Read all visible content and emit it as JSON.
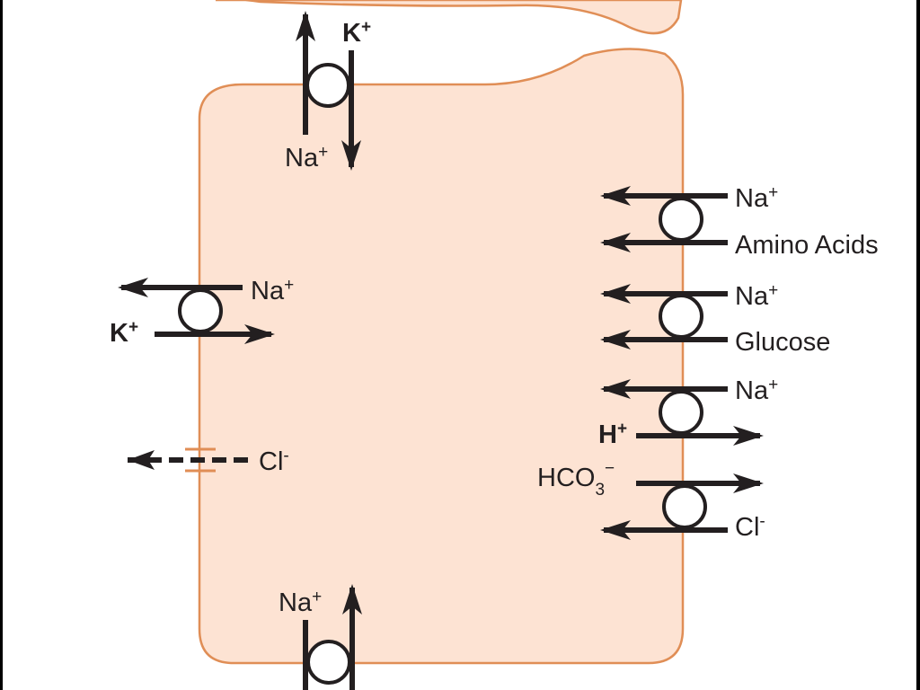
{
  "colors": {
    "cell_fill": "#fde3d3",
    "cell_stroke": "#e08e56",
    "ink": "#231f20",
    "background": "#ffffff",
    "frame": "#000000"
  },
  "labels": {
    "top_pump": {
      "ion_out": "K",
      "ion_out_charge": "+",
      "ion_in": "Na",
      "ion_in_charge": "+"
    },
    "left_pump": {
      "ion_a": "Na",
      "ion_a_charge": "+",
      "ion_b": "K",
      "ion_b_charge": "+"
    },
    "chloride_channel": {
      "ion": "Cl",
      "ion_charge": "-"
    },
    "bottom_pump": {
      "ion": "Na",
      "ion_charge": "+"
    },
    "aa_symporter": {
      "ion": "Na",
      "ion_charge": "+",
      "cosubstrate": "Amino Acids"
    },
    "glucose_symporter": {
      "ion": "Na",
      "ion_charge": "+",
      "cosubstrate": "Glucose"
    },
    "nh_exchanger": {
      "ion_in": "Na",
      "ion_in_charge": "+",
      "ion_out": "H",
      "ion_out_charge": "+"
    },
    "anion_exchanger": {
      "ion_out": "HCO",
      "ion_out_sub": "3",
      "ion_out_charge": "−",
      "ion_in": "Cl",
      "ion_in_charge": "-"
    }
  },
  "icons": [
    "transporter-circle",
    "arrow-left",
    "arrow-right",
    "arrow-up",
    "arrow-down",
    "ion-channel"
  ]
}
